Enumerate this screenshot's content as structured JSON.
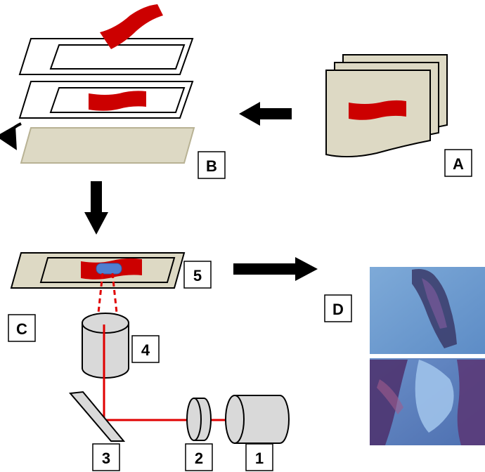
{
  "labels": {
    "a": "A",
    "b": "B",
    "c": "C",
    "d": "D",
    "n1": "1",
    "n2": "2",
    "n3": "3",
    "n4": "4",
    "n5": "5"
  },
  "colors": {
    "tissue": "#cc0000",
    "beige": "#ddd9c4",
    "beige_border": "#b8b294",
    "laser": "#e00000",
    "cap": "#4f7fd0",
    "optics_fill": "#d9d9d9",
    "arrow": "#000000",
    "micro_bg_top": "#6f9fd0",
    "micro_bg_bottom": "#5f8cc8",
    "stain": "#5a3a78"
  },
  "icons": {
    "arrow_left": "arrow-left-icon",
    "arrow_down": "arrow-down-icon",
    "arrow_right": "arrow-right-icon",
    "flip": "curved-flip-arrow-icon"
  }
}
